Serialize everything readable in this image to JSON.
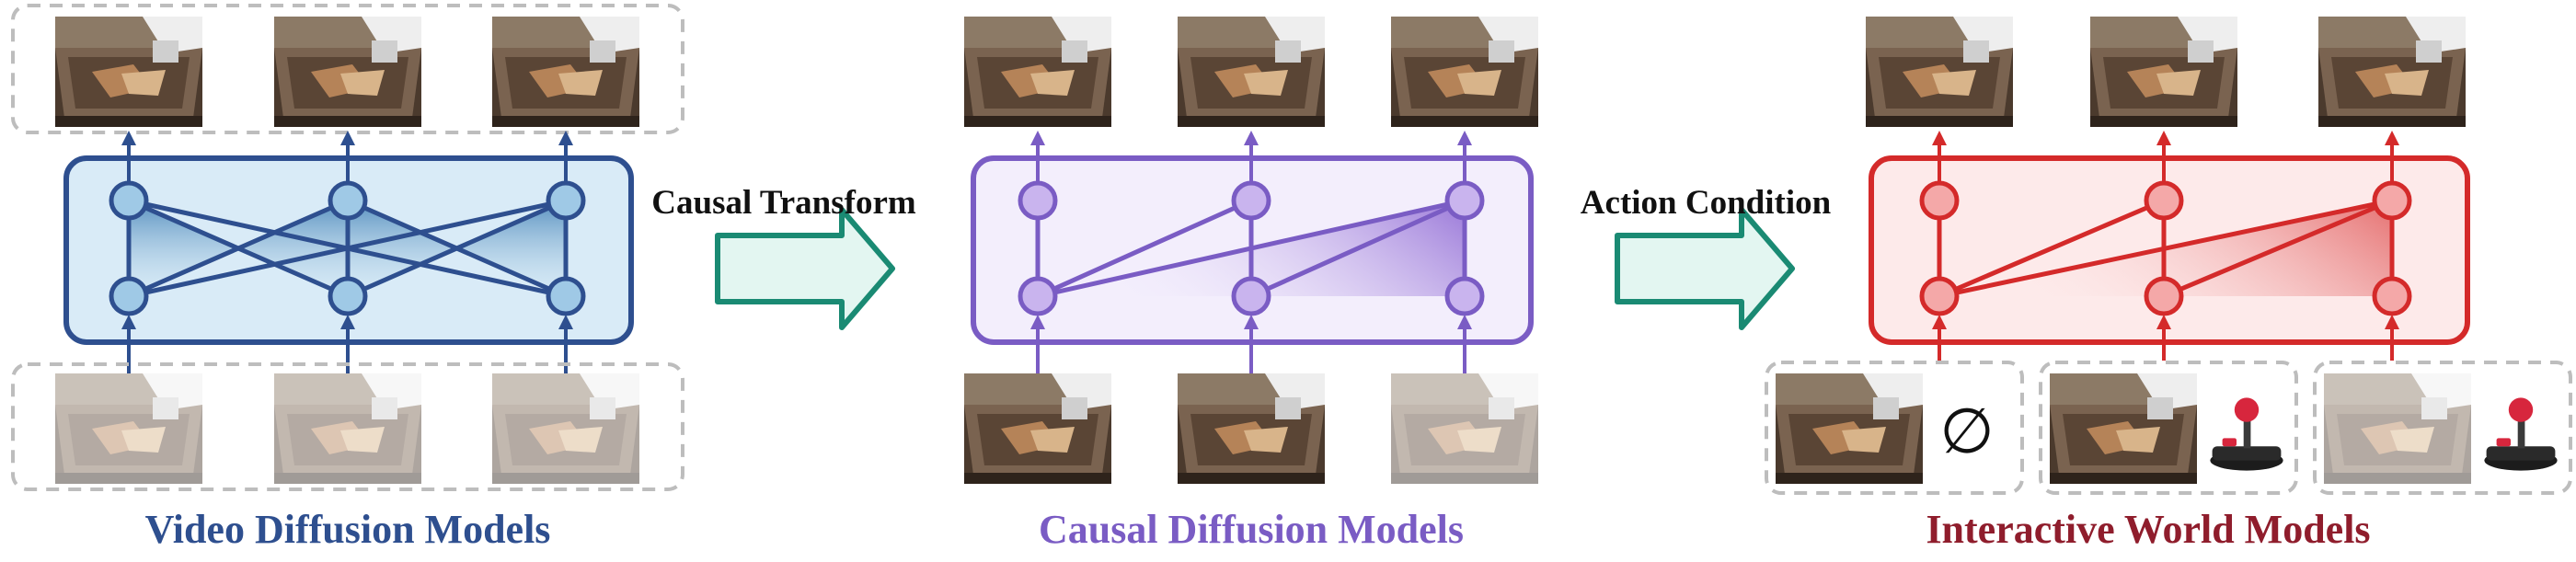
{
  "panels": {
    "video": {
      "title": "Video Diffusion Models",
      "color": "#2e4f8f",
      "title_color": "#2e4f8f"
    },
    "causal": {
      "title": "Causal Diffusion Models",
      "color": "#7a5cc4",
      "title_color": "#7a5cc4"
    },
    "interactive": {
      "title": "Interactive World Models",
      "color": "#d42a2a",
      "title_color": "#8f1d2c"
    }
  },
  "arrows": {
    "causal_transform": "Causal Transform",
    "action_condition": "Action Condition"
  },
  "conditions": {
    "empty": "∅"
  },
  "icons": [
    "video-frame-thumbnail",
    "joystick-icon",
    "flow-arrow-icon"
  ],
  "colors": {
    "flow_arrow": "#1a8a73",
    "flow_fill": "#e3f6f1",
    "dashed_box": "#bdbdbd",
    "drawer_wood": "#7a6350",
    "arm_white": "#efefef"
  }
}
